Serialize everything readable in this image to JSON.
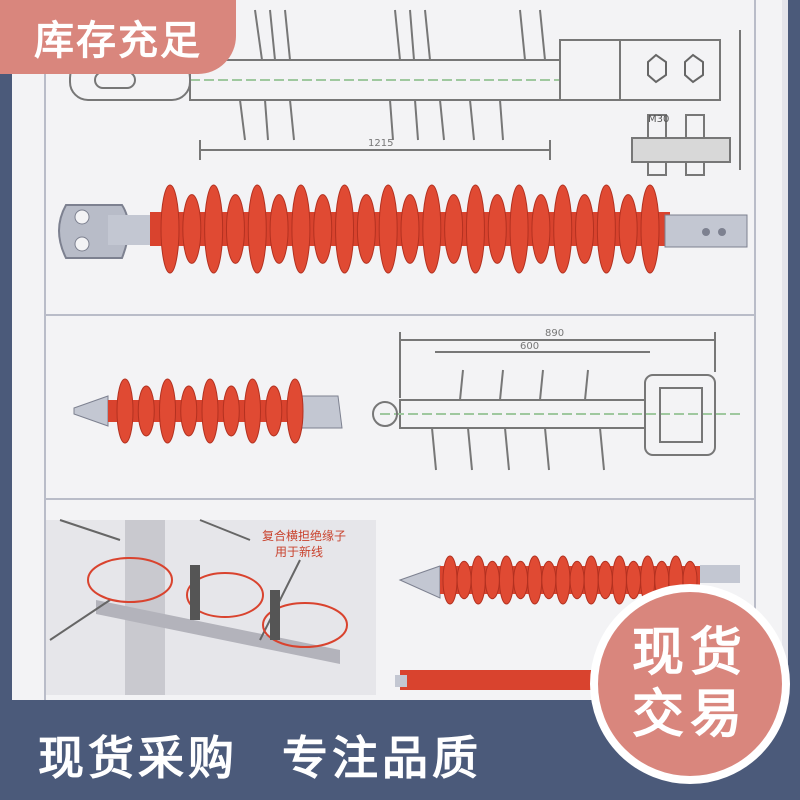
{
  "corner_tag": {
    "text": "库存充足"
  },
  "badge": {
    "line1": "现货",
    "line2": "交易"
  },
  "slogan": {
    "left": "现货采购",
    "right": "专注品质"
  },
  "drawing_notes": {
    "top_dim": "1215",
    "bolt_label": "M30",
    "mid_dim_outer": "890",
    "mid_dim_inner": "600",
    "photo_caption_1": "复合横担绝缘子",
    "photo_caption_2": "用于新线"
  },
  "colors": {
    "background": "#4b5a7a",
    "accent": "#d9867d",
    "insulator_red": "#d9432e",
    "metal": "#b8bcc8"
  }
}
